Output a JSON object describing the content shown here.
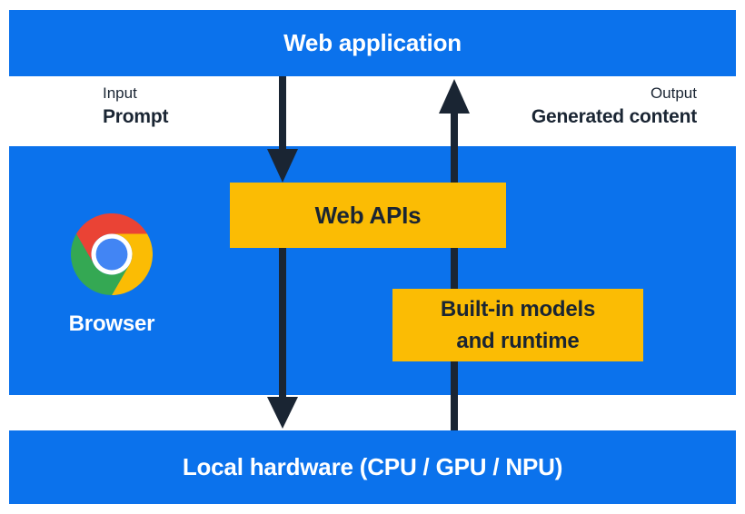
{
  "colors": {
    "section_blue": "#0b72ec",
    "box_yellow": "#fbbc04",
    "arrow_dark": "#1a2533",
    "text_on_blue": "#ffffff",
    "logo_red": "#ea4335",
    "logo_yellow": "#fbbc04",
    "logo_green": "#34a853",
    "logo_blue": "#4285f4"
  },
  "top_bar": {
    "label": "Web application"
  },
  "io_labels": {
    "input_title": "Input",
    "input_value": "Prompt",
    "output_title": "Output",
    "output_value": "Generated content"
  },
  "browser": {
    "label": "Browser",
    "icon": "chrome-logo-icon"
  },
  "boxes": {
    "web_apis_label": "Web APIs",
    "builtin_lines": [
      "Built-in models",
      "and runtime"
    ]
  },
  "arrows": {
    "down_flow": "web-application-to-local-hardware",
    "up_flow": "local-hardware-to-web-application"
  },
  "bottom_bar": {
    "label": "Local hardware (CPU / GPU / NPU)"
  }
}
